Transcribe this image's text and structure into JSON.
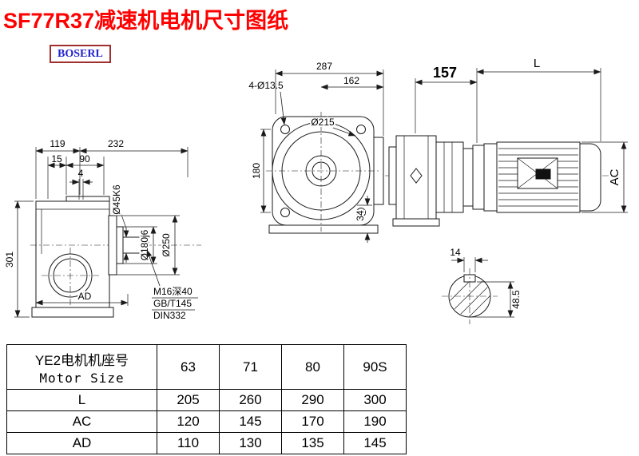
{
  "title": "SF77R37减速机电机尺寸图纸",
  "logo": "BOSERL",
  "drawing": {
    "front_view": {
      "dim_119": "119",
      "dim_232": "232",
      "dim_15": "15",
      "dim_90": "90",
      "dim_4": "4",
      "dim_301": "301",
      "dim_ad": "AD",
      "dim_shaft_dia": "Ø45K6",
      "dim_spigot_dia": "Ø180j6",
      "dim_flange_dia": "Ø250",
      "note_tap": "M16深40",
      "note_gb": "GB/T145",
      "note_din": "DIN332"
    },
    "flange_view": {
      "dim_287": "287",
      "dim_162": "162",
      "dim_bolt_holes": "4-Ø13.5",
      "dim_flange_dia": "Ø215",
      "dim_180": "180",
      "dim_34": "34"
    },
    "side_view": {
      "dim_157": "157",
      "dim_L": "L",
      "dim_AC": "AC"
    },
    "shaft_section": {
      "dim_key_width": "14",
      "dim_key_height": "48.5"
    }
  },
  "table": {
    "header_cn": "YE2电机机座号",
    "header_en": "Motor Size",
    "sizes": [
      "63",
      "71",
      "80",
      "90S"
    ],
    "rows": [
      {
        "label": "L",
        "values": [
          "205",
          "260",
          "290",
          "300"
        ]
      },
      {
        "label": "AC",
        "values": [
          "120",
          "145",
          "170",
          "190"
        ]
      },
      {
        "label": "AD",
        "values": [
          "110",
          "130",
          "135",
          "145"
        ]
      }
    ]
  }
}
